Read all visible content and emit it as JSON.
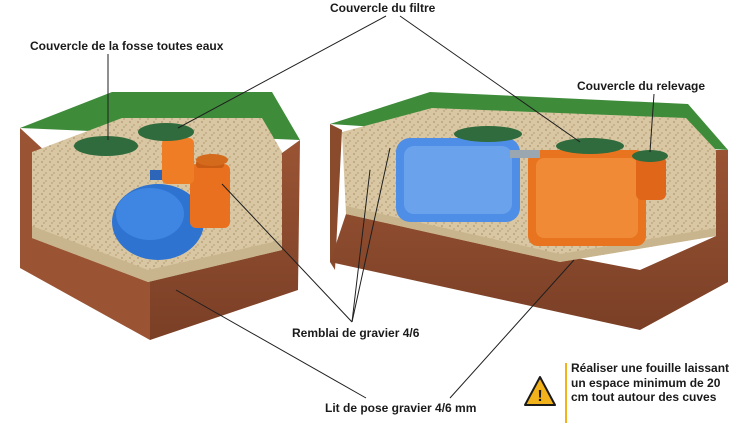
{
  "labels": {
    "couvercle_filtre": "Couvercle du filtre",
    "couvercle_fosse": "Couvercle de la fosse toutes eaux",
    "couvercle_relevage": "Couvercle du relevage",
    "remblai": "Remblai de gravier 4/6",
    "lit_de_pose": "Lit de pose gravier 4/6 mm"
  },
  "warning": {
    "text": "Réaliser une fouille laissant un espace minimum de 20 cm tout autour des cuves",
    "icon": "warning-triangle-icon",
    "icon_symbol": "!"
  },
  "colors": {
    "grass": "#3e8b3a",
    "soil": "#8a4a2c",
    "gravel": "#d9c9a6",
    "fosse_tank": "#2f73d1",
    "filter_tank": "#e8701e",
    "lid": "#2f6b3c",
    "warning": "#f2b21b"
  }
}
